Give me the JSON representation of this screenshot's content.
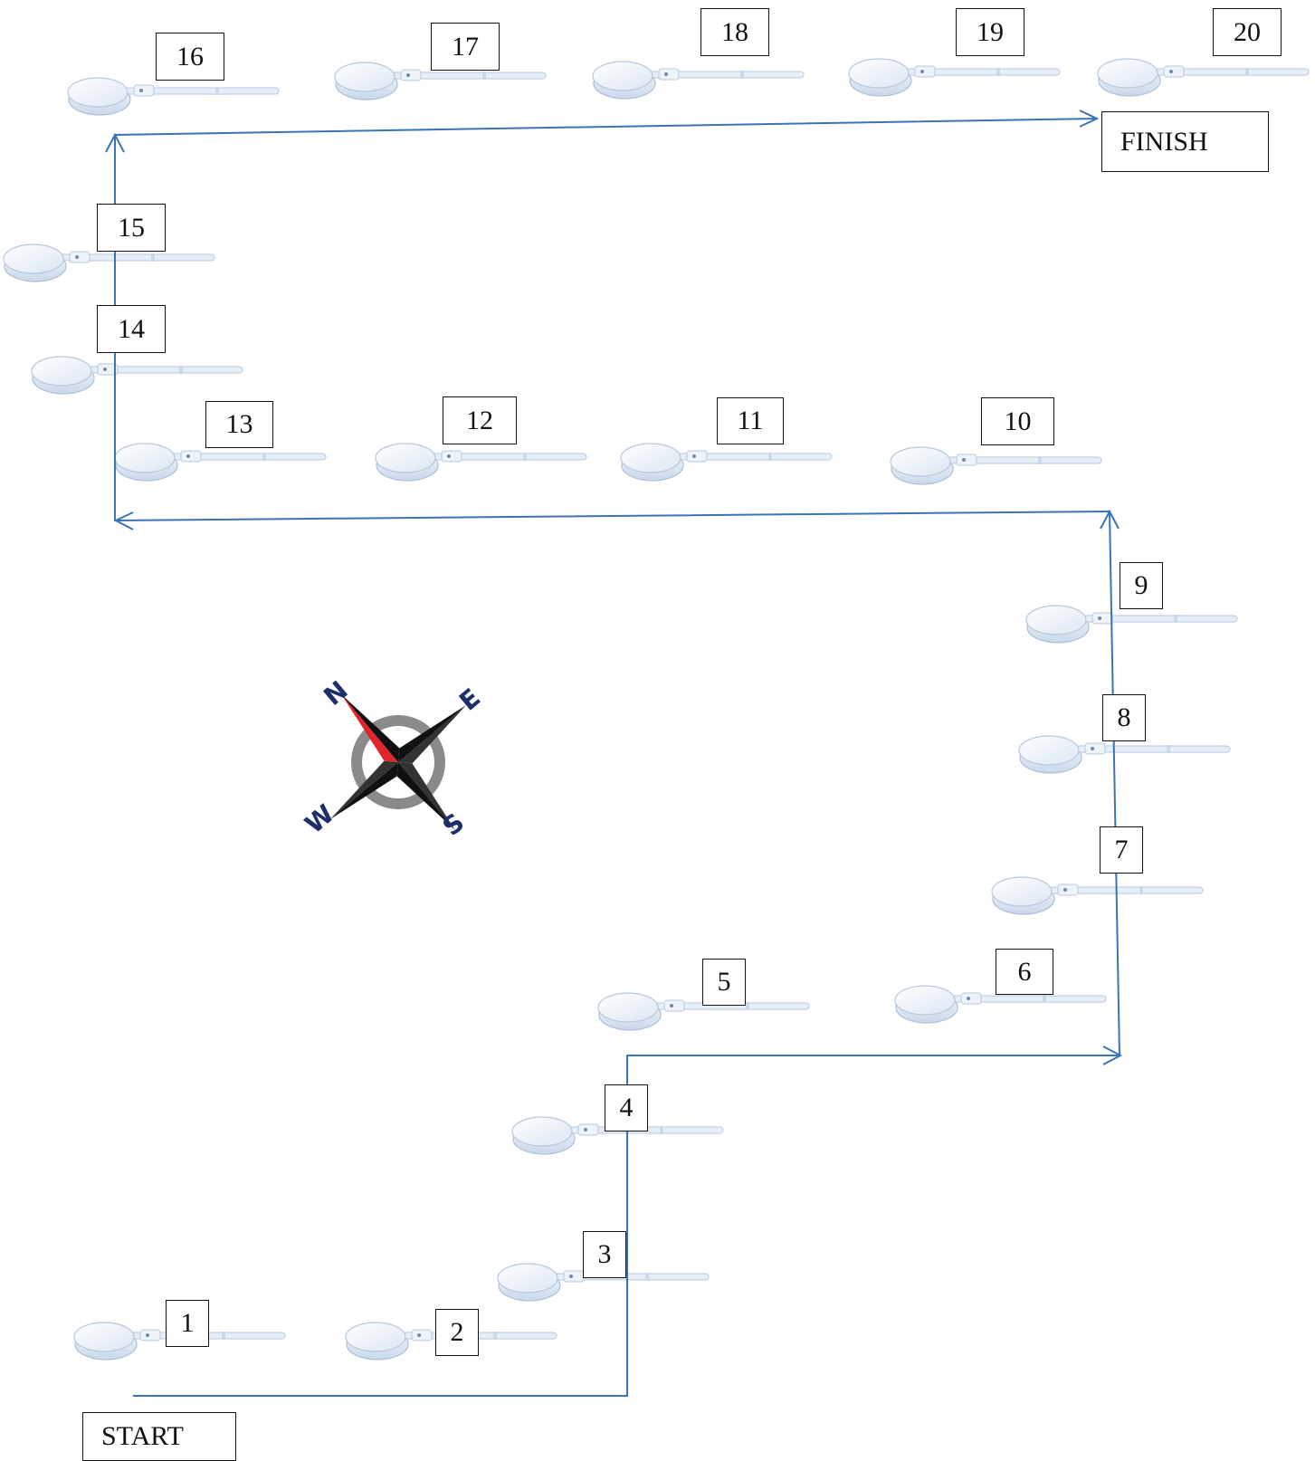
{
  "diagram": {
    "start_label": "START",
    "finish_label": "FINISH",
    "stations": [
      "1",
      "2",
      "3",
      "4",
      "5",
      "6",
      "7",
      "8",
      "9",
      "10",
      "11",
      "12",
      "13",
      "14",
      "15",
      "16",
      "17",
      "18",
      "19",
      "20"
    ],
    "compass": {
      "n": "N",
      "e": "E",
      "s": "S",
      "w": "W"
    },
    "colors": {
      "path": "#3a73b7",
      "needle_red": "#e0262b",
      "needle_black": "#111111",
      "ring": "#8a8a8a",
      "letters": "#1b2f6b",
      "device": "#e2ebf5",
      "device_edge": "#a9bfd8"
    }
  }
}
